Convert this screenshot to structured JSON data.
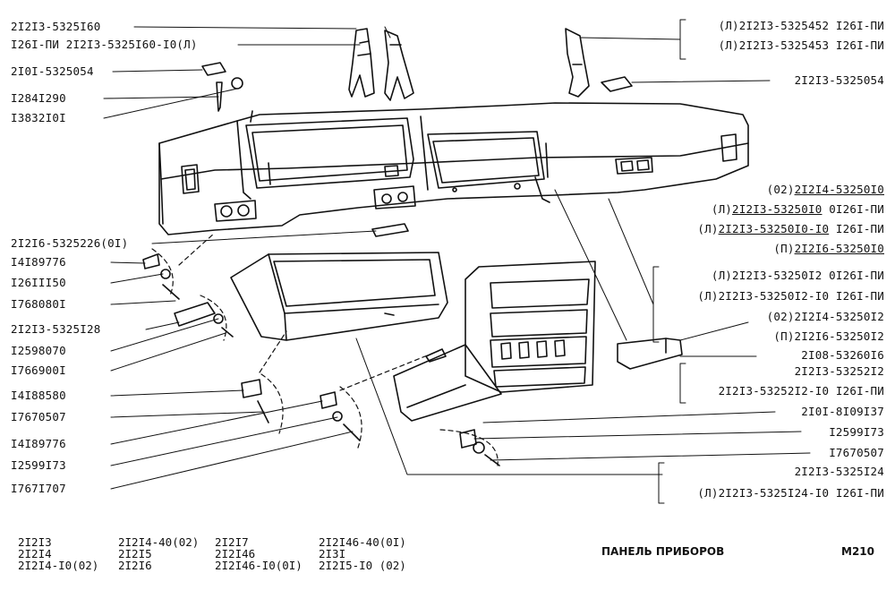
{
  "labels": {
    "l1": "2I2I3-5325I60",
    "l2": "I26I-ПИ 2I2I3-5325I60-I0(Л)",
    "l3": "2I0I-5325054",
    "l4": "I284I290",
    "l5": "I3832I0I",
    "l6": "2I2I6-5325226(0I)",
    "l7": "I4I89776",
    "l8": "I26III50",
    "l9": "I768080I",
    "l10": "2I2I3-5325I28",
    "l11": "I2598070",
    "l12": "I766900I",
    "l13": "I4I88580",
    "l14": "I7670507",
    "l15": "I4I89776",
    "l16": "I2599I73",
    "l17": "I767I707",
    "r1a": "(Л)2I2I3-5325452  I26I-ПИ",
    "r1b": "(Л)2I2I3-5325453  I26I-ПИ",
    "r2": "2I2I3-5325054",
    "r3_pre": "(02)",
    "r3_code": "2I2I4-53250I0",
    "r4_pre": "(Л)",
    "r4_code": "2I2I3-53250I0",
    "r4_suf": "  0I26I-ПИ",
    "r5_pre": "(Л)",
    "r5_code": "2I2I3-53250I0-I0",
    "r5_suf": " I26I-ПИ",
    "r6_pre": "(П)",
    "r6_code": "2I2I6-53250I0",
    "r7": "(Л)2I2I3-53250I2   0I26I-ПИ",
    "r8": "(Л)2I2I3-53250I2-I0 I26I-ПИ",
    "r9": "(02)2I2I4-53250I2",
    "r10": "(П)2I2I6-53250I2",
    "r11": "2I08-53260I6",
    "r12": "2I2I3-53252I2",
    "r13": "2I2I3-53252I2-I0 I26I-ПИ",
    "r14": "2I0I-8I09I37",
    "r15": "I2599I73",
    "r16": "I7670507",
    "r17": "2I2I3-5325I24",
    "r18": "(Л)2I2I3-5325I24-I0 I26I-ПИ"
  },
  "models": [
    [
      "2I2I3",
      "2I2I4",
      "2I2I4-I0(02)"
    ],
    [
      "2I2I4-40(02)",
      "2I2I5",
      "2I2I6"
    ],
    [
      "2I2I7",
      "2I2I46",
      "2I2I46-I0(0I)"
    ],
    [
      "2I2I46-40(0I)",
      "2I3I",
      "2I2I5-I0 (02)"
    ]
  ],
  "title": "ПАНЕЛЬ ПРИБОРОВ",
  "page_code": "M210"
}
